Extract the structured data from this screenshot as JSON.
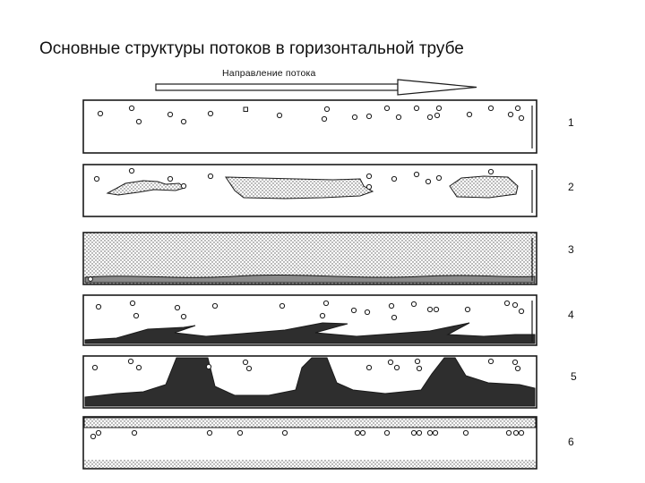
{
  "title": "Основные структуры потоков в горизонтальной трубе",
  "flow_direction_label": "Направление потока",
  "regimes": [
    {
      "label": "1"
    },
    {
      "label": "2"
    },
    {
      "label": "3"
    },
    {
      "label": "4"
    },
    {
      "label": "5"
    },
    {
      "label": "6"
    }
  ],
  "colors": {
    "outline": "#1a1a1a",
    "liquid_dark": "#333333",
    "foam": "#bdbdbd",
    "background": "#ffffff"
  }
}
